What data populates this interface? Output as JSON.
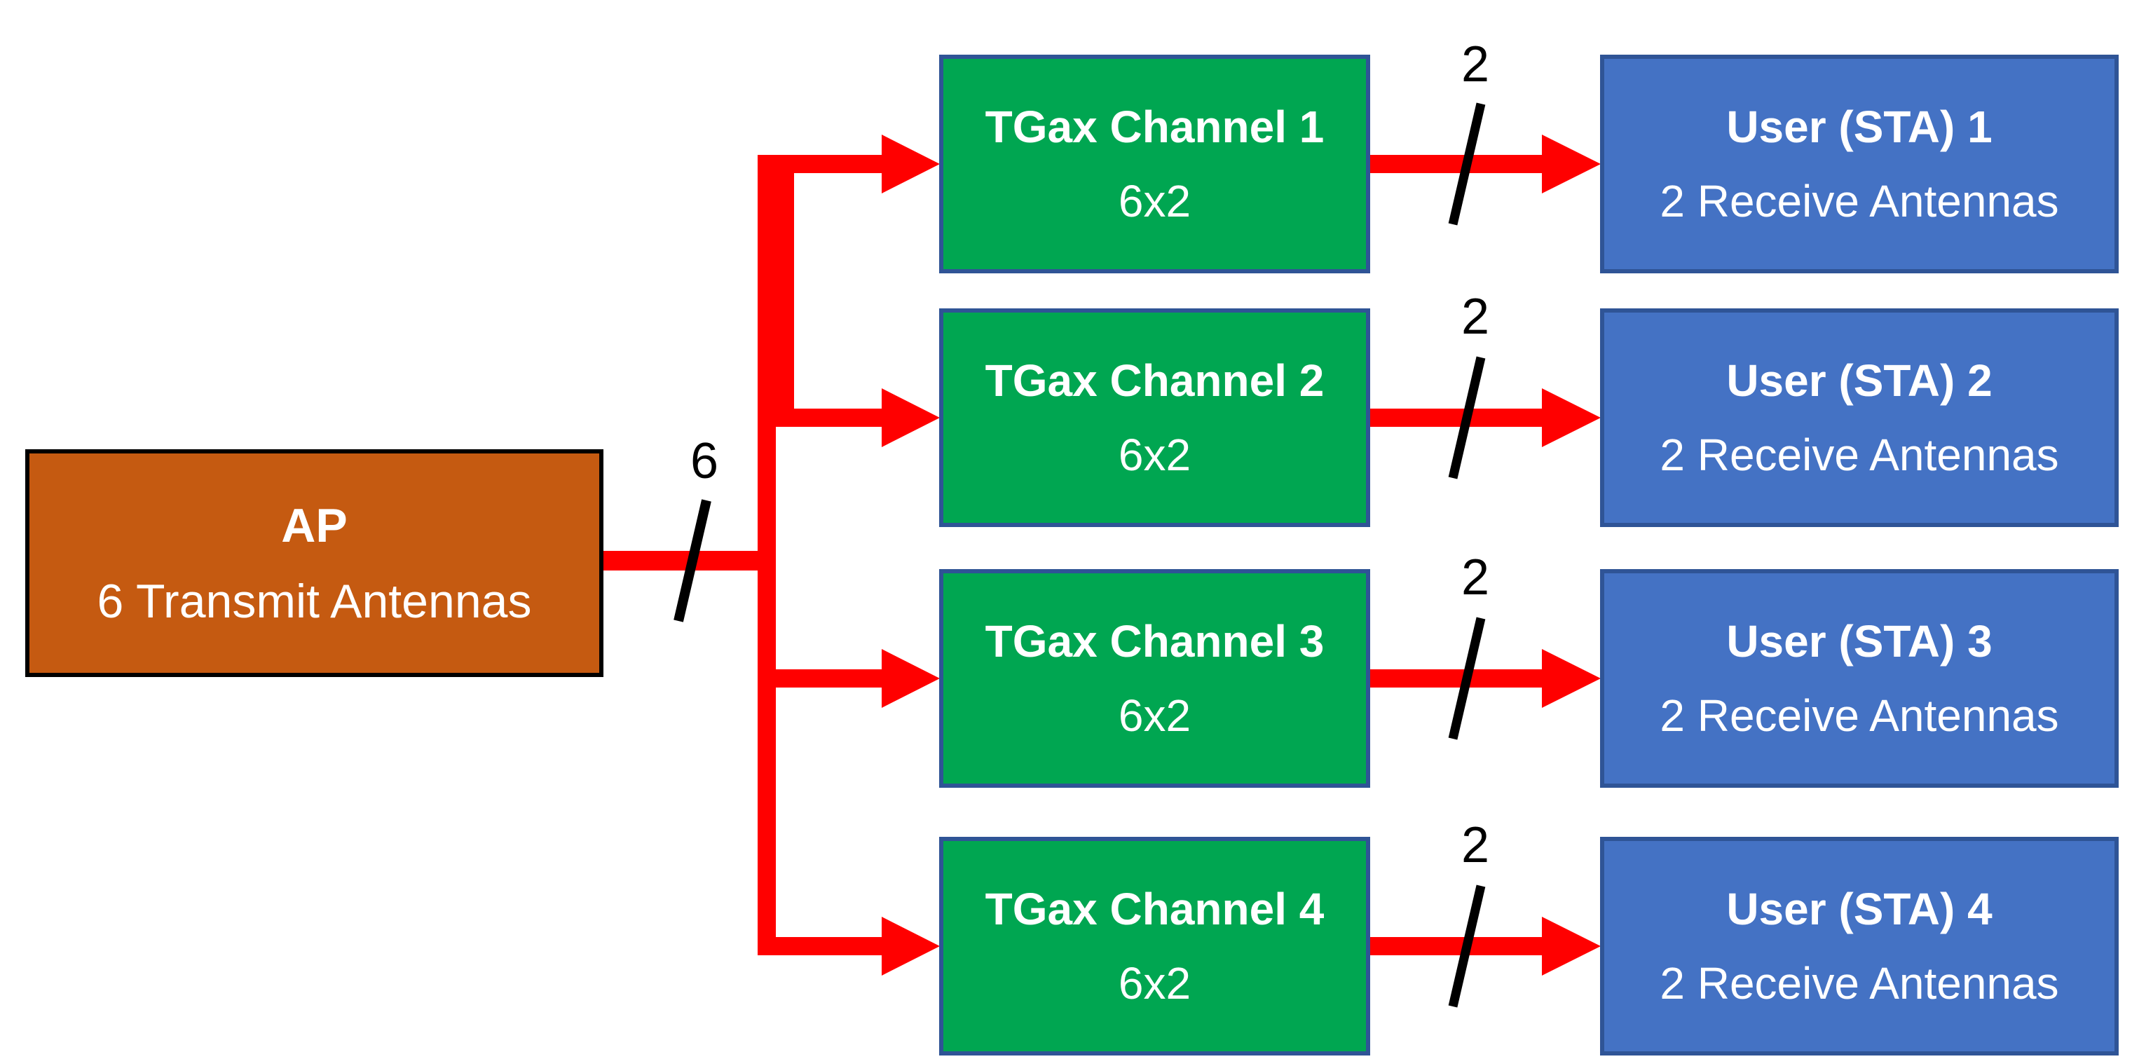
{
  "ap": {
    "title": "AP",
    "subtitle": "6 Transmit Antennas",
    "tx_stream_marker": "6"
  },
  "channels": [
    {
      "title": "TGax Channel 1",
      "subtitle": "6x2",
      "rx_stream_marker": "2"
    },
    {
      "title": "TGax Channel 2",
      "subtitle": "6x2",
      "rx_stream_marker": "2"
    },
    {
      "title": "TGax Channel 3",
      "subtitle": "6x2",
      "rx_stream_marker": "2"
    },
    {
      "title": "TGax Channel 4",
      "subtitle": "6x2",
      "rx_stream_marker": "2"
    }
  ],
  "users": [
    {
      "title": "User (STA) 1",
      "subtitle": "2 Receive Antennas"
    },
    {
      "title": "User (STA) 2",
      "subtitle": "2 Receive Antennas"
    },
    {
      "title": "User (STA) 3",
      "subtitle": "2 Receive Antennas"
    },
    {
      "title": "User (STA) 4",
      "subtitle": "2 Receive Antennas"
    }
  ],
  "colors": {
    "background": "#FFFFFF",
    "ap_fill": "#C55A11",
    "ap_border": "#000000",
    "channel_fill": "#00A651",
    "user_fill": "#4472C4",
    "box_border": "#2F5496",
    "arrow": "#FF0000",
    "slash": "#000000",
    "text": "#FFFFFF"
  }
}
